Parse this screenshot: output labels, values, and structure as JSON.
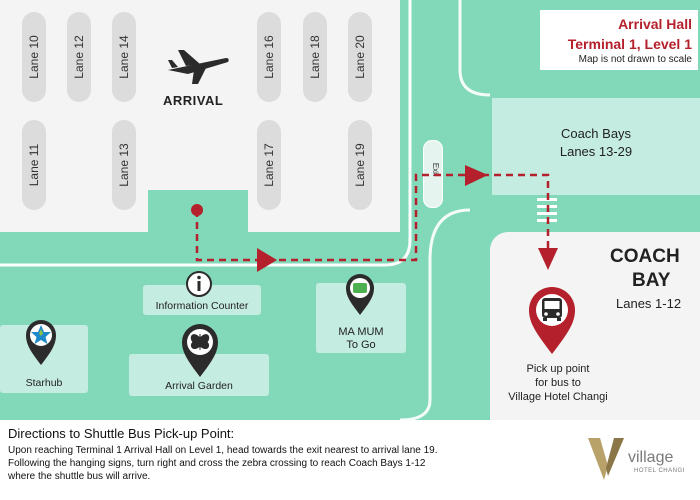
{
  "header": {
    "title": "Arrival Hall",
    "subtitle": "Terminal 1, Level 1",
    "note": "Map is not drawn to scale"
  },
  "arrival_hall": {
    "label": "ARRIVAL",
    "icon": "airplane-icon",
    "lanes": [
      "Lane 10",
      "Lane 12",
      "Lane 14",
      "Lane 16",
      "Lane 18",
      "Lane 20",
      "Lane 11",
      "Lane 13",
      "Lane 17",
      "Lane 19"
    ]
  },
  "exit_label": "Exit",
  "coach_bays": {
    "line1": "Coach Bays",
    "line2": "Lanes 13-29"
  },
  "coach_bay": {
    "line1": "COACH",
    "line2": "BAY",
    "lanes": "Lanes 1-12"
  },
  "points": {
    "information": "Information Counter",
    "mamum_line1": "MA MUM",
    "mamum_line2": "To Go",
    "starhub": "Starhub",
    "garden": "Arrival Garden",
    "pickup_line1": "Pick up point",
    "pickup_line2": "for bus to",
    "pickup_line3": "Village Hotel Changi"
  },
  "directions": {
    "title": "Directions to Shuttle Bus Pick-up Point:",
    "text": "Upon reaching Terminal 1 Arrival Hall on Level 1, head towards the exit nearest to arrival lane 19. Following the hanging signs, turn right and cross the zebra crossing to reach Coach Bays 1-12 where the shuttle bus will arrive."
  },
  "brand": {
    "name": "village",
    "sub": "HOTEL CHANGI"
  },
  "colors": {
    "accent_red": "#b4202c",
    "map_green": "#82d9b9",
    "panel_green": "#c5ece0",
    "hall_gray": "#f4f4f4"
  }
}
